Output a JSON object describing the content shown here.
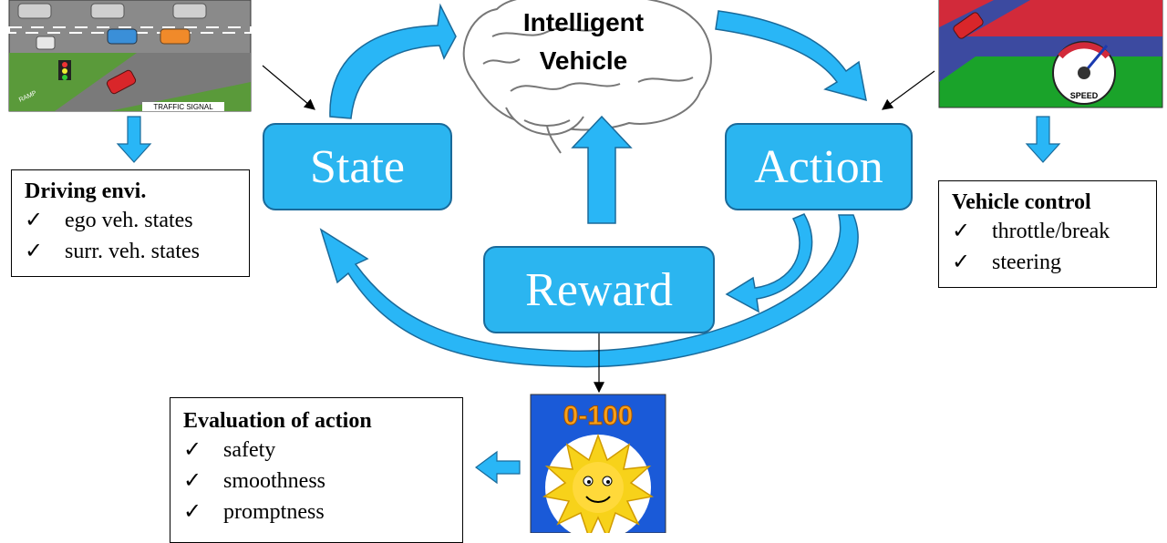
{
  "center": {
    "title_line1": "Intelligent",
    "title_line2": "Vehicle"
  },
  "nodes": {
    "state": "State",
    "action": "Action",
    "reward": "Reward"
  },
  "environment_box": {
    "title": "Driving envi.",
    "items": [
      "ego veh. states",
      "surr. veh. states"
    ]
  },
  "control_box": {
    "title": "Vehicle control",
    "items": [
      "throttle/break",
      "steering"
    ]
  },
  "evaluation_box": {
    "title": "Evaluation of action",
    "items": [
      "safety",
      "smoothness",
      "promptness"
    ]
  },
  "check_mark": "✓",
  "images": {
    "traffic_label": "TRAFFIC SIGNAL",
    "ramp_label": "RAMP",
    "speed_label": "SPEED",
    "score_label": "0-100"
  },
  "colors": {
    "node_fill": "#2bb5f0",
    "node_border": "#1a6a9a",
    "arrow": "#29b6f6"
  }
}
